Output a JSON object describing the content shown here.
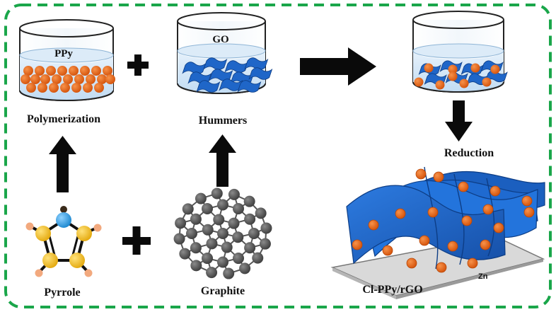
{
  "labels": {
    "ppy": "PPy",
    "go": "GO",
    "polymerization": "Polymerization",
    "hummers": "Hummers",
    "reduction": "Reduction",
    "pyrrole": "Pyrrole",
    "graphite": "Graphite",
    "product": "Cl-PPy/rGO",
    "zn": "Zn"
  },
  "colors": {
    "frame": "#1aa64a",
    "arrow": "#0a0a0a",
    "ppy_particle": "#e8620f",
    "go_sheet": "#1f66c8",
    "liquid": "#cfe4f7",
    "pyrrole_carbon": "#f5c01b",
    "pyrrole_nitrogen": "#2a9de0",
    "pyrrole_hydrogen": "#f2a97e",
    "graphite_atom": "#5a5a5a"
  },
  "icons": [
    "beaker",
    "plus-sign",
    "arrow",
    "pyrrole-molecule",
    "graphite-lattice",
    "go-sheet",
    "zn-substrate"
  ]
}
